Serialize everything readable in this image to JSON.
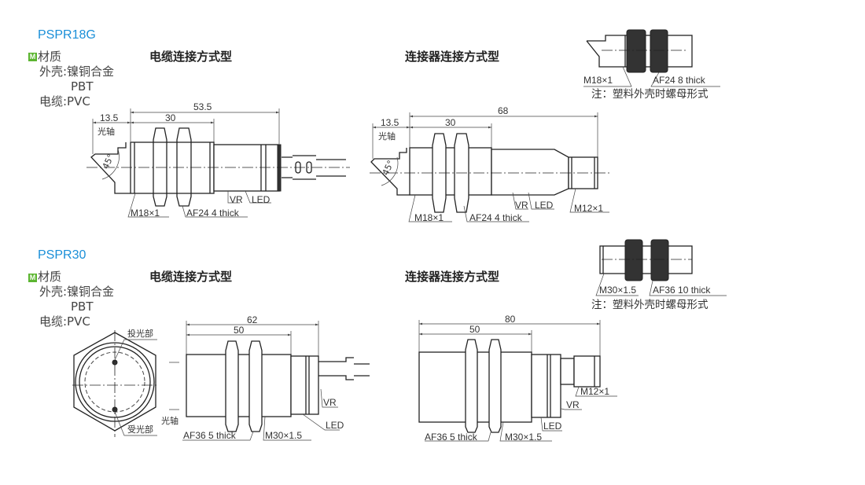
{
  "sections": [
    {
      "model": "PSPR18G",
      "material": {
        "badge": "M",
        "title": "材质",
        "shell": "外壳:镍铜合金",
        "shell2": "PBT",
        "cable": "电缆:PVC"
      },
      "cable_type": {
        "heading": "电缆连接方式型",
        "dims": {
          "overall": "53.5",
          "thread": "30",
          "offset": "13.5"
        },
        "labels": {
          "axis": "光轴",
          "angle": "45°",
          "thread": "M18×1",
          "nut": "AF24 4 thick",
          "vr": "VR",
          "led": "LED"
        }
      },
      "connector_type": {
        "heading": "连接器连接方式型",
        "dims": {
          "overall": "68",
          "thread": "30",
          "offset": "13.5"
        },
        "labels": {
          "axis": "光轴",
          "angle": "45°",
          "thread": "M18×1",
          "nut": "AF24 4 thick",
          "vr": "VR",
          "led": "LED",
          "connector": "M12×1"
        }
      },
      "plastic_inset": {
        "thread": "M18×1",
        "nut": "AF24 8 thick",
        "note": "注：塑料外壳时螺母形式"
      }
    },
    {
      "model": "PSPR30",
      "material": {
        "badge": "M",
        "title": "材质",
        "shell": "外壳:镍铜合金",
        "shell2": "PBT",
        "cable": "电缆:PVC"
      },
      "cable_type": {
        "heading": "电缆连接方式型",
        "dims": {
          "overall": "62",
          "thread": "50"
        },
        "labels": {
          "emitter": "投光部",
          "receiver": "受光部",
          "axis": "光轴",
          "nut": "AF36 5 thick",
          "thread": "M30×1.5",
          "vr": "VR",
          "led": "LED"
        }
      },
      "connector_type": {
        "heading": "连接器连接方式型",
        "dims": {
          "overall": "80",
          "thread": "50"
        },
        "labels": {
          "nut": "AF36 5 thick",
          "thread": "M30×1.5",
          "vr": "VR",
          "led": "LED",
          "connector": "M12×1"
        }
      },
      "plastic_inset": {
        "thread": "M30×1.5",
        "nut": "AF36 10 thick",
        "note": "注：塑料外壳时螺母形式"
      }
    }
  ],
  "colors": {
    "model": "#1a8fd8",
    "badge": "#5cb531"
  }
}
